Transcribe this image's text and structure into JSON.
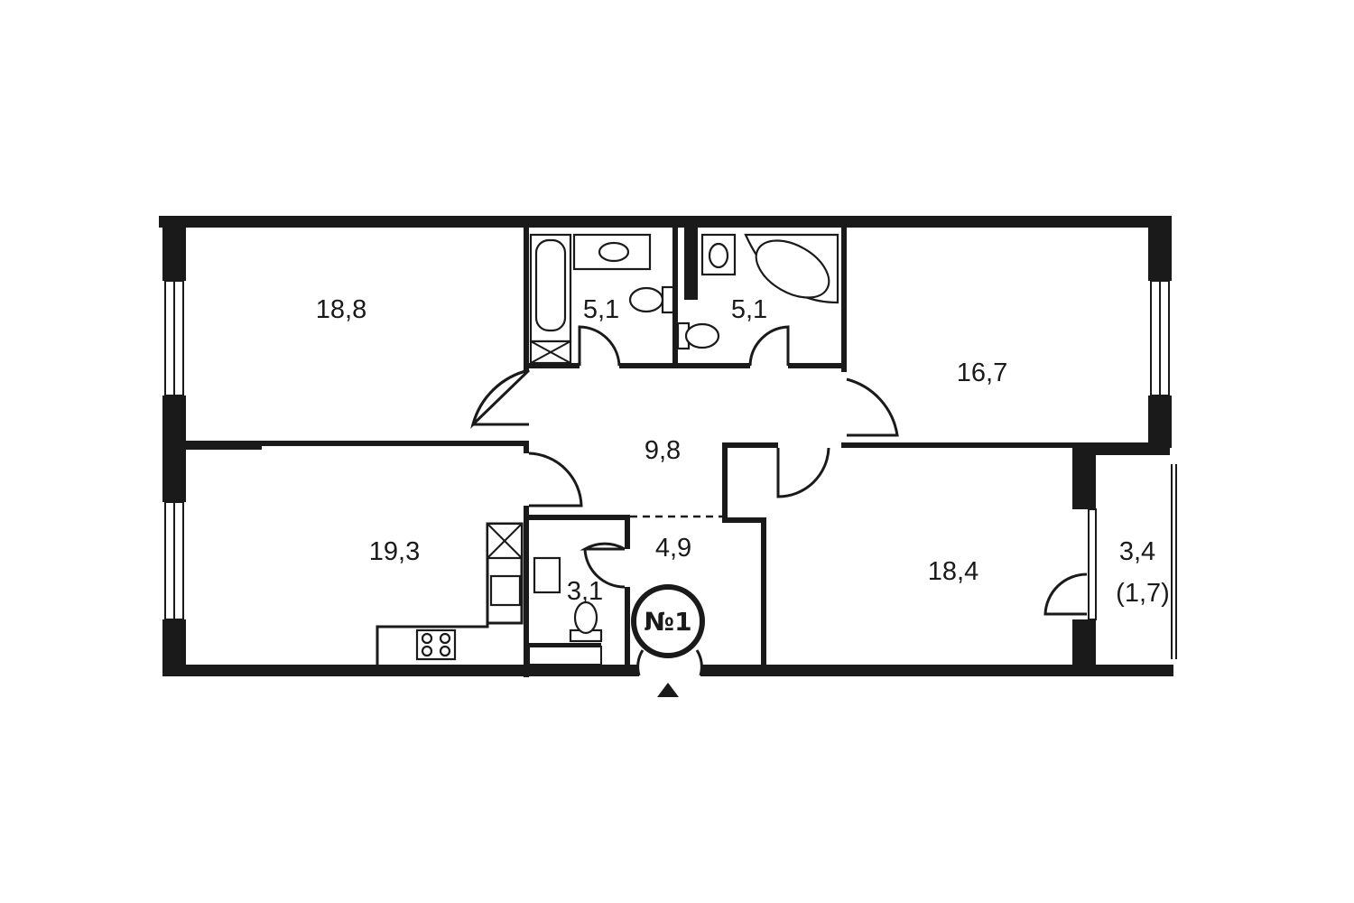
{
  "rooms": [
    {
      "id": "bedroom-northwest",
      "area": "18,8"
    },
    {
      "id": "bathroom-west",
      "area": "5,1"
    },
    {
      "id": "bathroom-east",
      "area": "5,1"
    },
    {
      "id": "bedroom-northeast",
      "area": "16,7"
    },
    {
      "id": "hallway",
      "area": "9,8"
    },
    {
      "id": "kitchen-living",
      "area": "19,3"
    },
    {
      "id": "entrance-hall",
      "area": "4,9"
    },
    {
      "id": "toilet",
      "area": "3,1"
    },
    {
      "id": "bedroom-southeast",
      "area": "18,4"
    },
    {
      "id": "balcony",
      "area": "3,4",
      "area_reduced": "(1,7)"
    }
  ],
  "apartment_badge": "№1",
  "icons": [
    "bathtub-icon",
    "sink-icon",
    "toilet-icon",
    "corner-bathtub-icon",
    "washer-icon",
    "stove-icon",
    "entrance-arrow-icon"
  ],
  "colors": {
    "wall": "#1a1a1a",
    "background": "#ffffff"
  }
}
